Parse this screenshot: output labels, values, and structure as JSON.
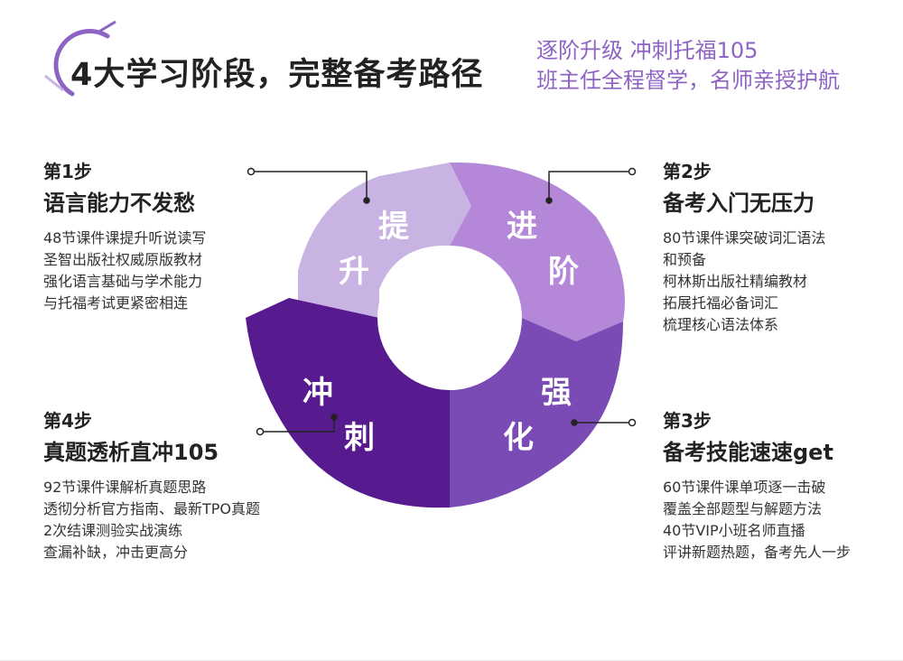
{
  "header": {
    "title": "4大学习阶段，完整备考路径",
    "subtitle_line1": "逐阶升级 冲刺托福105",
    "subtitle_line2": "班主任全程督学，名师亲授护航"
  },
  "colors": {
    "accent": "#8e63c4",
    "seg_tisheng": "#c9b3e2",
    "seg_jinjie": "#b487d9",
    "seg_qianghua": "#7a4bb4",
    "seg_chongci": "#571a8f"
  },
  "ring_labels": {
    "ti": "提",
    "sheng": "升",
    "jin": "进",
    "jie": "阶",
    "qiang": "强",
    "hua": "化",
    "chong": "冲",
    "ci": "刺"
  },
  "stages": [
    {
      "step": "第1步",
      "heading": "语言能力不发愁",
      "lines": [
        "48节课件课提升听说读写",
        "圣智出版社权威原版教材",
        "强化语言基础与学术能力",
        "与托福考试更紧密相连"
      ]
    },
    {
      "step": "第2步",
      "heading": "备考入门无压力",
      "lines": [
        "80节课件课突破词汇语法",
        "和预备",
        "柯林斯出版社精编教材",
        "拓展托福必备词汇",
        "梳理核心语法体系"
      ]
    },
    {
      "step": "第3步",
      "heading": "备考技能速速get",
      "lines": [
        "60节课件课单项逐一击破",
        "覆盖全部题型与解题方法",
        "40节VIP小班名师直播",
        "评讲新题热题，备考先人一步"
      ]
    },
    {
      "step": "第4步",
      "heading": "真题透析直冲105",
      "lines": [
        "92节课件课解析真题思路",
        "透彻分析官方指南、最新TPO真题",
        "2次结课测验实战演练",
        "查漏补缺，冲击更高分"
      ]
    }
  ]
}
